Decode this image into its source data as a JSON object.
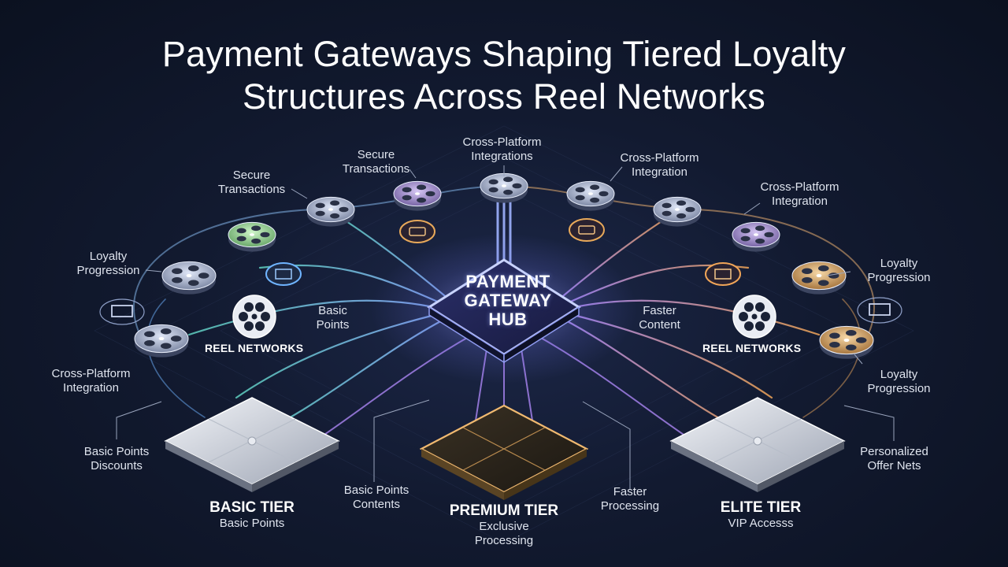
{
  "title": {
    "line1": "Payment Gateways Shaping Tiered Loyalty",
    "line2": "Structures Across Reel Networks"
  },
  "hub": {
    "line1": "PAYMENT",
    "line2": "GATEWAY",
    "line3": "HUB"
  },
  "labels": {
    "secure_left": [
      "Secure",
      "Transactions"
    ],
    "secure_mid": [
      "Secure",
      "Transactions"
    ],
    "xplat_top": [
      "Cross-Platform",
      "Integrations"
    ],
    "xplat_right1": [
      "Cross-Platform",
      "Integration"
    ],
    "xplat_right2": [
      "Cross-Platform",
      "Integration"
    ],
    "loyalty_left": [
      "Loyalty",
      "Progression"
    ],
    "loyalty_right1": [
      "Loyalty",
      "Progression"
    ],
    "loyalty_right2": [
      "Loyalty",
      "Progression"
    ],
    "basic_points": [
      "Basic",
      "Points"
    ],
    "faster_content": [
      "Faster",
      "Content"
    ],
    "xplat_left": [
      "Cross-Platform",
      "Integration"
    ],
    "basic_discounts": [
      "Basic Points",
      "Discounts"
    ],
    "basic_contents": [
      "Basic Points",
      "Contents"
    ],
    "faster_processing": [
      "Faster",
      "Processing"
    ],
    "personalized": [
      "Personalized",
      "Offer Nets"
    ]
  },
  "reel_networks": {
    "left": "REEL NETWORKS",
    "right": "REEL NETWORKS"
  },
  "tiers": {
    "basic": {
      "title": "BASIC TIER",
      "sub": [
        "Basic Points"
      ]
    },
    "premium": {
      "title": "PREMIUM TIER",
      "sub": [
        "Exclusive",
        "Processing"
      ]
    },
    "elite": {
      "title": "ELITE TIER",
      "sub": [
        "VIP Accesss"
      ]
    }
  },
  "colors": {
    "background": "#0f1628",
    "hub_glow": "#8fa2ff",
    "basic_tier": "#c9cfdc",
    "premium_tier": "#e0a85a",
    "elite_tier": "#d3d7e0",
    "left_streams": "#6fb4ff",
    "right_streams": "#e6a35c",
    "center_streams": "#a98cff"
  },
  "icons": {
    "reel": "film-reel-icon",
    "hub": "payment-hub-icon",
    "wallet": "wallet-icon",
    "card": "credit-card-icon",
    "book": "book-icon"
  }
}
